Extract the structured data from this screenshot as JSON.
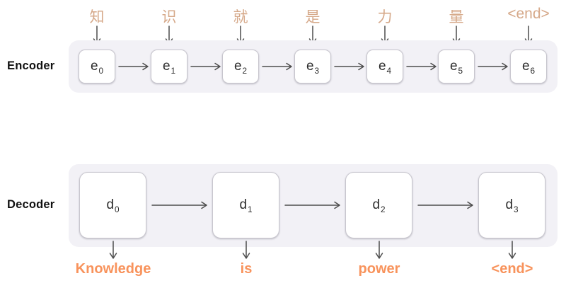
{
  "encoder": {
    "label": "Encoder",
    "inputs": [
      "知",
      "识",
      "就",
      "是",
      "力",
      "量",
      "<end>"
    ],
    "cells": [
      {
        "base": "e",
        "sub": "0"
      },
      {
        "base": "e",
        "sub": "1"
      },
      {
        "base": "e",
        "sub": "2"
      },
      {
        "base": "e",
        "sub": "3"
      },
      {
        "base": "e",
        "sub": "4"
      },
      {
        "base": "e",
        "sub": "5"
      },
      {
        "base": "e",
        "sub": "6"
      }
    ]
  },
  "decoder": {
    "label": "Decoder",
    "cells": [
      {
        "base": "d",
        "sub": "0"
      },
      {
        "base": "d",
        "sub": "1"
      },
      {
        "base": "d",
        "sub": "2"
      },
      {
        "base": "d",
        "sub": "3"
      }
    ],
    "outputs": [
      "Knowledge",
      "is",
      "power",
      "<end>"
    ]
  },
  "colors": {
    "panel_bg": "#f2f1f6",
    "cell_bg": "#ffffff",
    "cell_border": "#c8c6ce",
    "input_token": "#d6a98a",
    "output_token": "#f8935c",
    "arrow": "#4d4d4d",
    "label_text": "#111111",
    "cell_text": "#2d2d2d"
  }
}
